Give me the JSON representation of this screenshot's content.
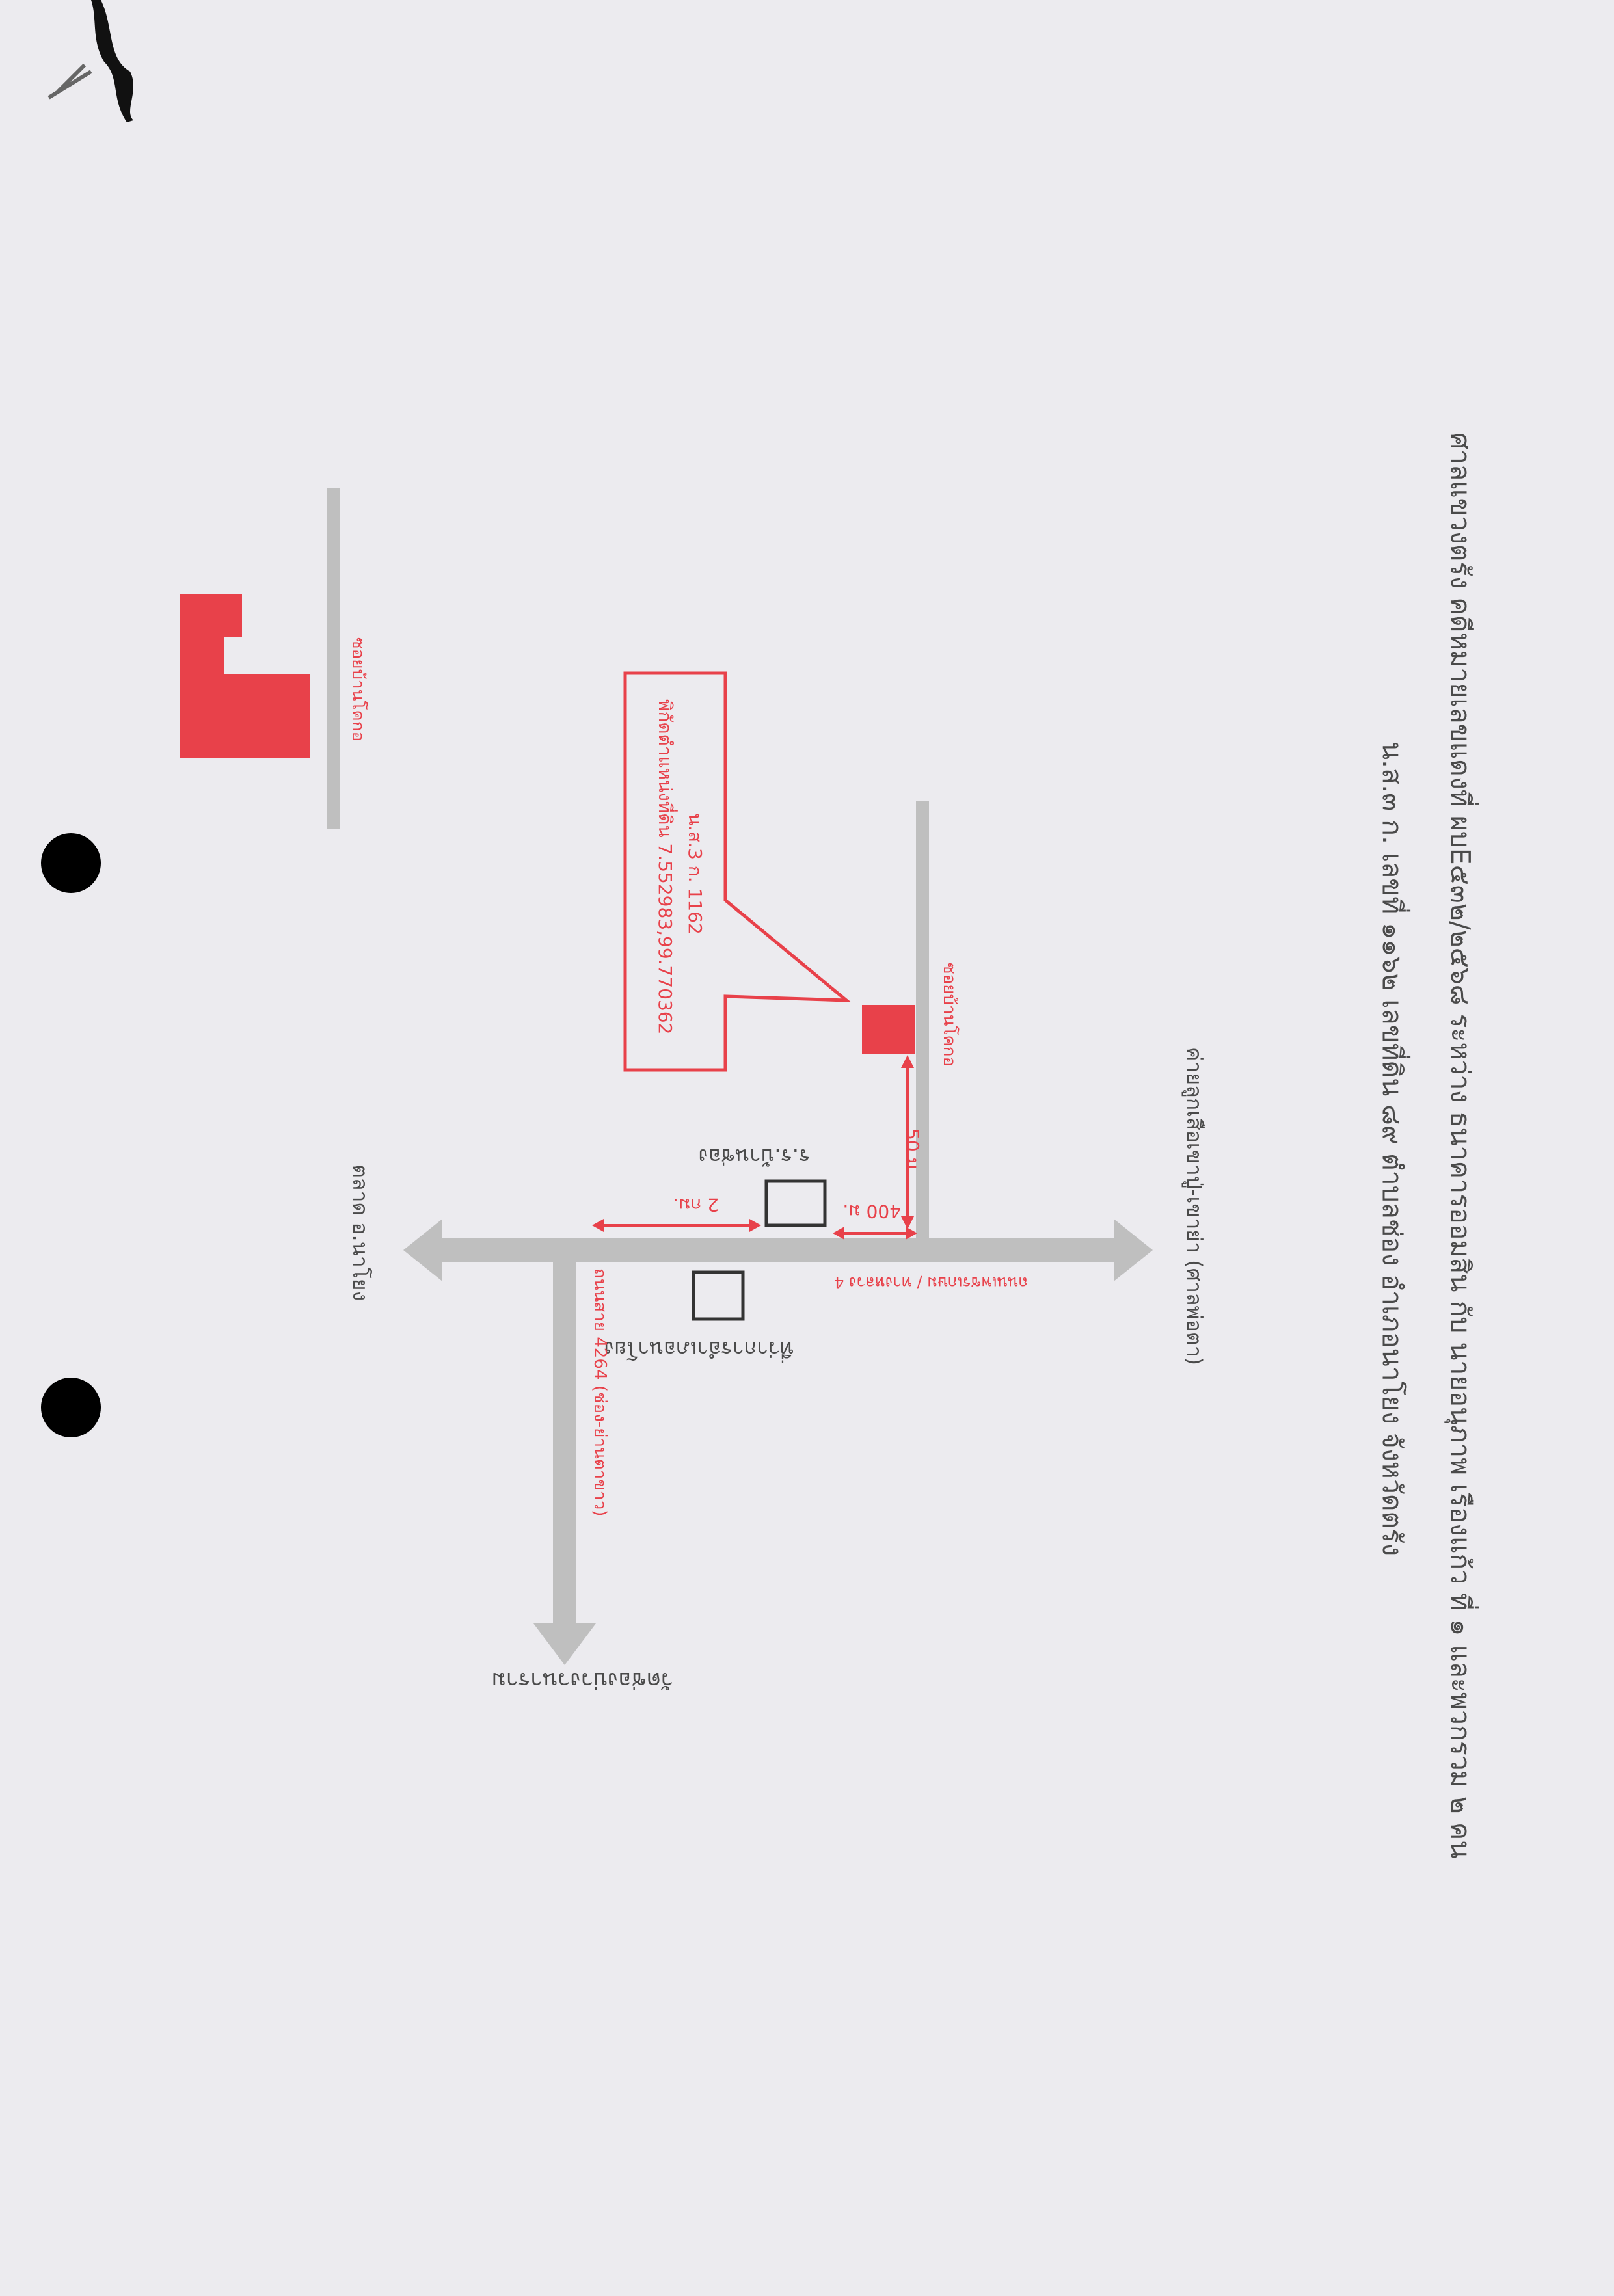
{
  "header": {
    "line1": "ศาลแขวงตรัง คดีหมายเลขแดงที่ ผบE๕๓๒/๒๕๖๘ ระหว่าง ธนาคารออมสิน กับ นายอนุภาพ เรืองแก้ว ที่ ๑ และพวกรวม ๒ คน",
    "line2": "น.ส.๓ ก. เลขที่ ๑๑๖๒ เลขที่ดิน ๘๙ ตำบลช่อง อำเภอนาโยง จังหวัดตรัง"
  },
  "map": {
    "parcel_label_1": "น.ส.3 ก. 1162",
    "parcel_label_2": "พิกัดตำแหน่งที่ดิน 7.552983,99.770362",
    "soi_label_main": "ซอยบ้านโคกอ",
    "soi_label_inset": "ซอยบ้านโคกอ",
    "school_label": "ร.ร.บ้านช่อง",
    "office_label": "ที่ว่าการอำเภอนาโยง",
    "dist_50": "50 ม.",
    "dist_400": "400 ม.",
    "dist_2km": "2 กม.",
    "road_main_label": "ถนนเพชรเกษม / ทางหลวง 4",
    "road_side_label": "ถนนสาย 4264 (ช่อง-ย่านตาขาว)",
    "dest_top": "ค่ายลูกเสือเขาปู่-เขาย่า (ศาลพ่อตา)",
    "dest_left": "ตลาด อ.นาโยง",
    "dest_bottom": "วัดช่องบ่วงวนาราม"
  },
  "colors": {
    "accent_red": "#e8414a",
    "road_gray": "#bfbfbf",
    "paper": "#ecebef"
  }
}
